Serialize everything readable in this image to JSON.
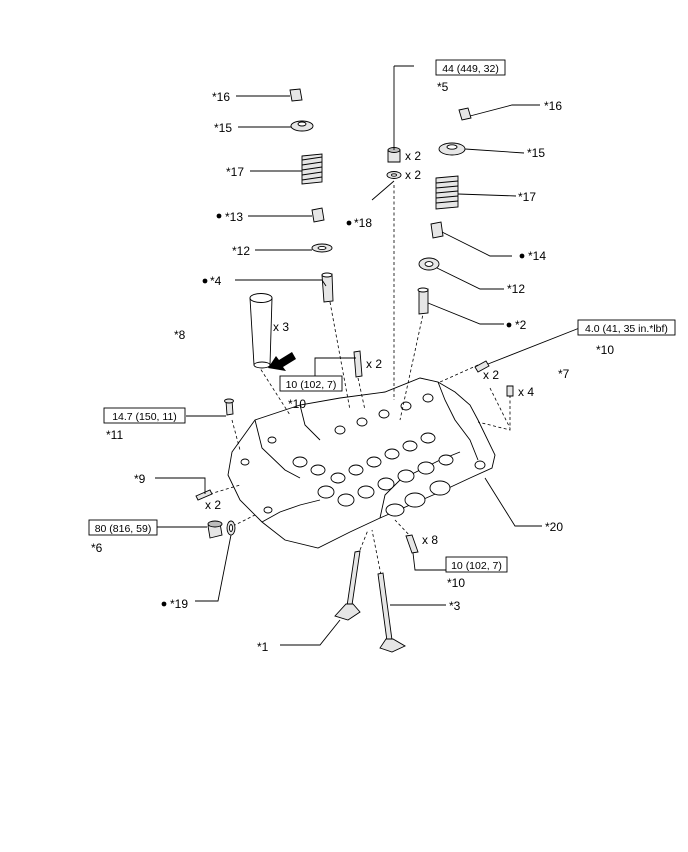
{
  "diagram": {
    "callouts": {
      "c16a": "*16",
      "c15a": "*15",
      "c17a": "*17",
      "c13": "*13",
      "c12a": "*12",
      "c4": "*4",
      "c8": "*8",
      "c18": "*18",
      "c5": "*5",
      "c16b": "*16",
      "c15b": "*15",
      "c17b": "*17",
      "c14": "*14",
      "c12b": "*12",
      "c2": "*2",
      "c10a": "*10",
      "c7": "*7",
      "c10b": "*10",
      "c11": "*11",
      "c9": "*9",
      "c6": "*6",
      "c19": "*19",
      "c20": "*20",
      "c10c": "*10",
      "c1": "*1",
      "c3": "*3"
    },
    "quantities": {
      "q_plug_x2": "x 2",
      "q_washer_x2": "x 2",
      "q_guide_x3": "x 3",
      "q_stud_x2": "x 2",
      "q_union_x2": "x 2",
      "q_pin_x4": "x 4",
      "q_dowel_x2": "x 2",
      "q_stud_x8": "x 8"
    },
    "torque": {
      "t5": "44 (449, 32)",
      "t10_right": "4.0 (41, 35 in.*lbf)",
      "t10_center": "10 (102, 7)",
      "t11": "14.7 (150, 11)",
      "t6": "80 (816, 59)",
      "t10_bottom": "10 (102, 7)"
    }
  }
}
